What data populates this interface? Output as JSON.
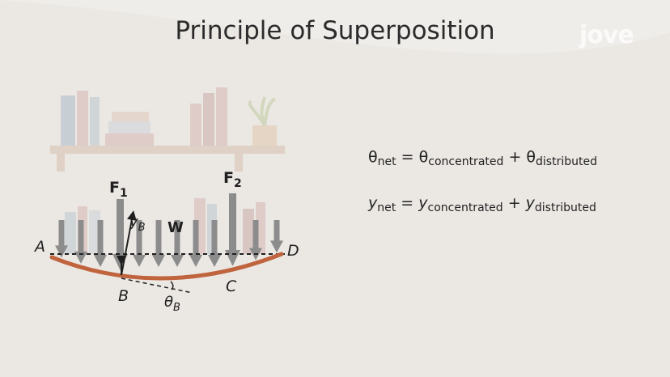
{
  "title": "Principle of Superposition",
  "logo_text": "jove",
  "colors": {
    "background": "#ebe8e4",
    "beam": "#c0643e",
    "arrow": "#8c8c8c",
    "text": "#222222"
  },
  "equations": {
    "theta": {
      "lhs": "θ",
      "lhs_sub": "net",
      "eq": "=",
      "t1": "θ",
      "t1_sub": "concentrated",
      "plus": "+",
      "t2": "θ",
      "t2_sub": "distributed"
    },
    "y": {
      "lhs": "y",
      "lhs_sub": "net",
      "eq": "=",
      "t1": "y",
      "t1_sub": "concentrated",
      "plus": "+",
      "t2": "y",
      "t2_sub": "distributed"
    }
  },
  "diagram": {
    "labels": {
      "A": "A",
      "B": "B",
      "C": "C",
      "D": "D",
      "F1": "F",
      "F1_sub": "1",
      "F2": "F",
      "F2_sub": "2",
      "W": "W",
      "yB": "y",
      "yB_sub": "B",
      "thetaB": "θ",
      "thetaB_sub": "B"
    }
  }
}
